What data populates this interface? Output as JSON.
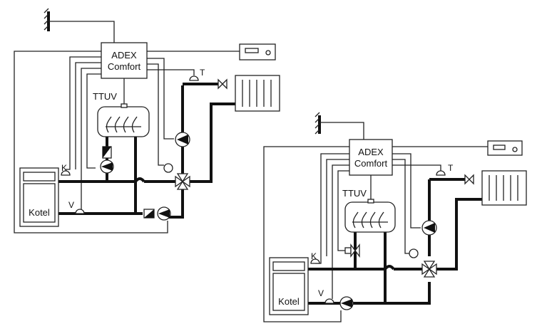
{
  "schemes": [
    {
      "controller": {
        "line1": "ADEX",
        "line2": "Comfort"
      },
      "ttuv_label": "TTUV",
      "boiler_label": "Kotel",
      "sensor_k": "K",
      "sensor_v": "V",
      "sensor_t": "T"
    },
    {
      "controller": {
        "line1": "ADEX",
        "line2": "Comfort"
      },
      "ttuv_label": "TTUV",
      "boiler_label": "Kotel",
      "sensor_k": "K",
      "sensor_v": "V",
      "sensor_t": "T"
    }
  ]
}
